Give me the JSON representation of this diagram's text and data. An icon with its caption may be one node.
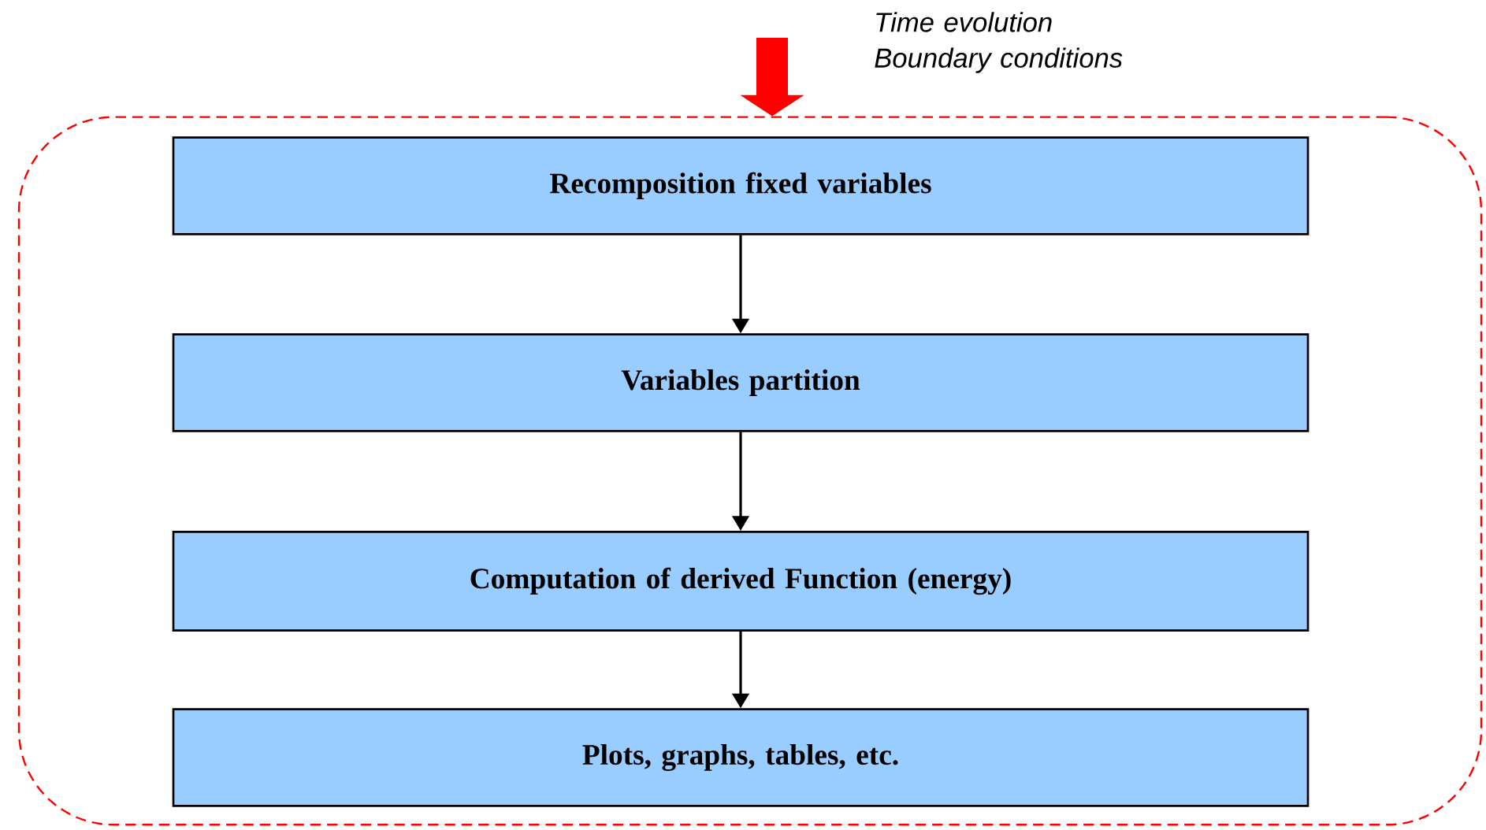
{
  "diagram": {
    "nodes": [
      {
        "text": [],
        "shape": "box"
      },
      {
        "text": [
          "Recomposition fixed variables"
        ],
        "in": 0
      },
      {
        "text": [
          "Variables partition"
        ],
        "in": 0
      },
      {
        "text": [
          "Computation of derived Function (energy)"
        ],
        "in": 0
      },
      {
        "text": [
          "Plots, graphs, tables, etc."
        ],
        "in": 0
      }
    ],
    "edges": [
      {
        "from": null,
        "to": 0,
        "arrow": "to",
        "label": "Time evolution Boundary conditions",
        "style": "thick",
        "color": "#ff0000"
      },
      {
        "from": 1,
        "to": 2,
        "arrow": "to"
      },
      {
        "from": 2,
        "to": 3,
        "arrow": "to"
      },
      {
        "from": 3,
        "to": 4,
        "arrow": "to"
      }
    ]
  }
}
